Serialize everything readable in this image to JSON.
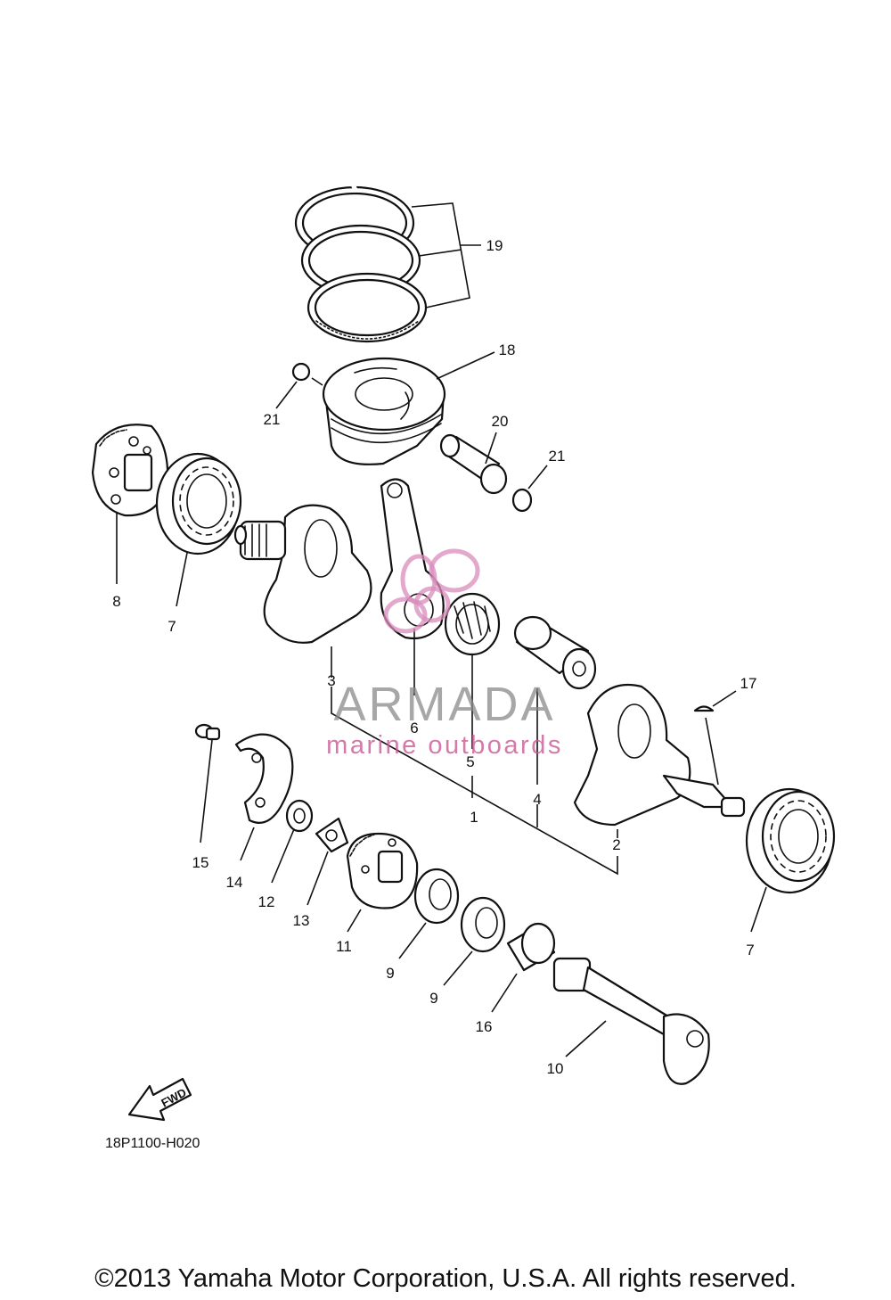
{
  "callouts": {
    "c1": "1",
    "c2": "2",
    "c3": "3",
    "c4": "4",
    "c5": "5",
    "c6": "6",
    "c7a": "7",
    "c7b": "7",
    "c8": "8",
    "c9a": "9",
    "c9b": "9",
    "c10": "10",
    "c11": "11",
    "c12": "12",
    "c13": "13",
    "c14": "14",
    "c15": "15",
    "c16": "16",
    "c17": "17",
    "c18": "18",
    "c19": "19",
    "c20": "20",
    "c21a": "21",
    "c21b": "21"
  },
  "fwd_label": "FWD",
  "diagram_code": "18P1100-H020",
  "watermark": {
    "brand": "ARMADA",
    "tagline": "marine outboards"
  },
  "copyright": "©2013 Yamaha Motor Corporation, U.S.A. All rights reserved.",
  "colors": {
    "line": "#111111",
    "watermark_gray": "#8a8a8a",
    "watermark_pink": "#d98cbc"
  }
}
